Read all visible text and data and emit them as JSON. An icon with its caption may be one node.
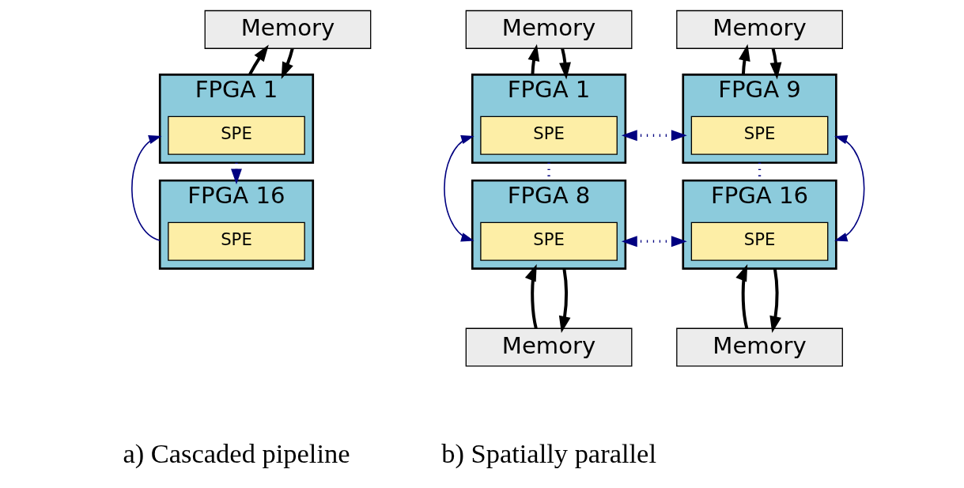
{
  "diagram": {
    "nodes": [
      {
        "text": [
          "Memory"
        ]
      },
      {
        "text": [
          "FPGA 1"
        ]
      },
      {
        "text": [
          "SPE"
        ],
        "in": 1
      },
      {
        "text": [
          "FPGA 16"
        ]
      },
      {
        "text": [
          "SPE"
        ],
        "in": 3
      },
      {
        "text": [
          "Memory"
        ]
      },
      {
        "text": [
          "Memory"
        ]
      },
      {
        "text": [
          "FPGA 1"
        ]
      },
      {
        "text": [
          "SPE"
        ],
        "in": 7
      },
      {
        "text": [
          "FPGA 9"
        ]
      },
      {
        "text": [
          "SPE"
        ],
        "in": 9
      },
      {
        "text": [
          "FPGA 8"
        ]
      },
      {
        "text": [
          "SPE"
        ],
        "in": 11
      },
      {
        "text": [
          "FPGA 16"
        ]
      },
      {
        "text": [
          "SPE"
        ],
        "in": 13
      },
      {
        "text": [
          "Memory"
        ]
      },
      {
        "text": [
          "Memory"
        ]
      }
    ],
    "edges": [
      {
        "from": 0,
        "to": 1,
        "arrow": "to"
      },
      {
        "from": 1,
        "to": 0,
        "arrow": "to"
      },
      {
        "from": 1,
        "to": 3,
        "arrow": "to",
        "style": "dashed",
        "color": "#000080"
      },
      {
        "from": 3,
        "to": 1,
        "arrow": "to",
        "color": "#000080"
      },
      {
        "from": 5,
        "to": 7,
        "arrow": "to"
      },
      {
        "from": 7,
        "to": 5,
        "arrow": "to"
      },
      {
        "from": 6,
        "to": 9,
        "arrow": "to"
      },
      {
        "from": 9,
        "to": 6,
        "arrow": "to"
      },
      {
        "from": 7,
        "to": 9,
        "arrow": "both",
        "style": "dashed",
        "color": "#000080"
      },
      {
        "from": 7,
        "to": 11,
        "arrow": "none",
        "style": "dashed",
        "color": "#000080"
      },
      {
        "from": 9,
        "to": 13,
        "arrow": "none",
        "style": "dashed",
        "color": "#000080"
      },
      {
        "from": 11,
        "to": 13,
        "arrow": "both",
        "style": "dashed",
        "color": "#000080"
      },
      {
        "from": 7,
        "to": 11,
        "arrow": "both",
        "color": "#000080"
      },
      {
        "from": 9,
        "to": 13,
        "arrow": "both",
        "color": "#000080"
      },
      {
        "from": 15,
        "to": 11,
        "arrow": "to"
      },
      {
        "from": 11,
        "to": 15,
        "arrow": "to"
      },
      {
        "from": 16,
        "to": 13,
        "arrow": "to"
      },
      {
        "from": 13,
        "to": 16,
        "arrow": "to"
      }
    ],
    "labels": [
      "a) Cascaded pipeline",
      "b) Spatially parallel"
    ]
  }
}
